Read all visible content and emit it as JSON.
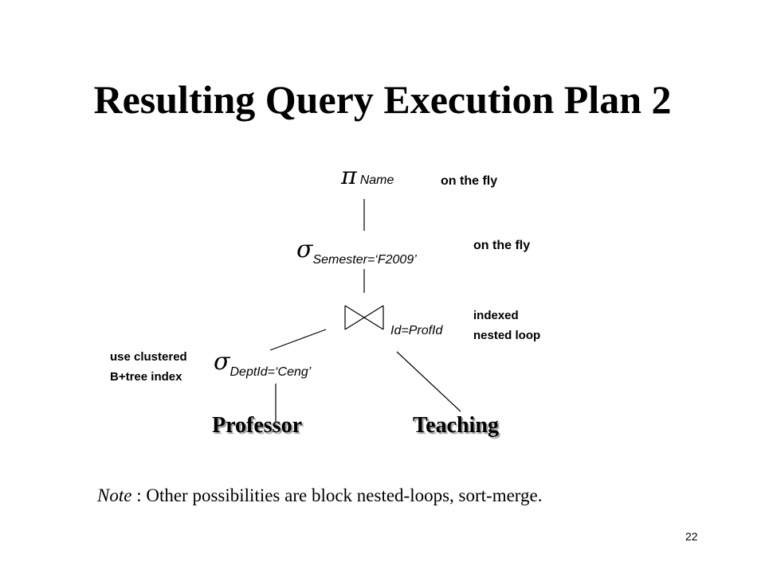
{
  "slide": {
    "title": "Resulting Query Execution Plan 2",
    "page_number": "22"
  },
  "plan": {
    "projection": {
      "symbol": "π",
      "attr": "Name",
      "annotation": "on the fly"
    },
    "selection_semester": {
      "symbol": "σ",
      "predicate": "Semester=‘F2009’",
      "annotation": "on the fly"
    },
    "join": {
      "condition": "Id=ProfId",
      "annotation_line1": "indexed",
      "annotation_line2": "nested loop"
    },
    "selection_dept": {
      "symbol": "σ",
      "predicate": "DeptId=‘Ceng’",
      "annotation_line1": "use clustered",
      "annotation_line2": "B+tree index"
    },
    "relations": {
      "left": "Professor",
      "right": "Teaching"
    }
  },
  "note": {
    "label": "Note",
    "text": " : Other possibilities are block nested-loops, sort-merge."
  }
}
